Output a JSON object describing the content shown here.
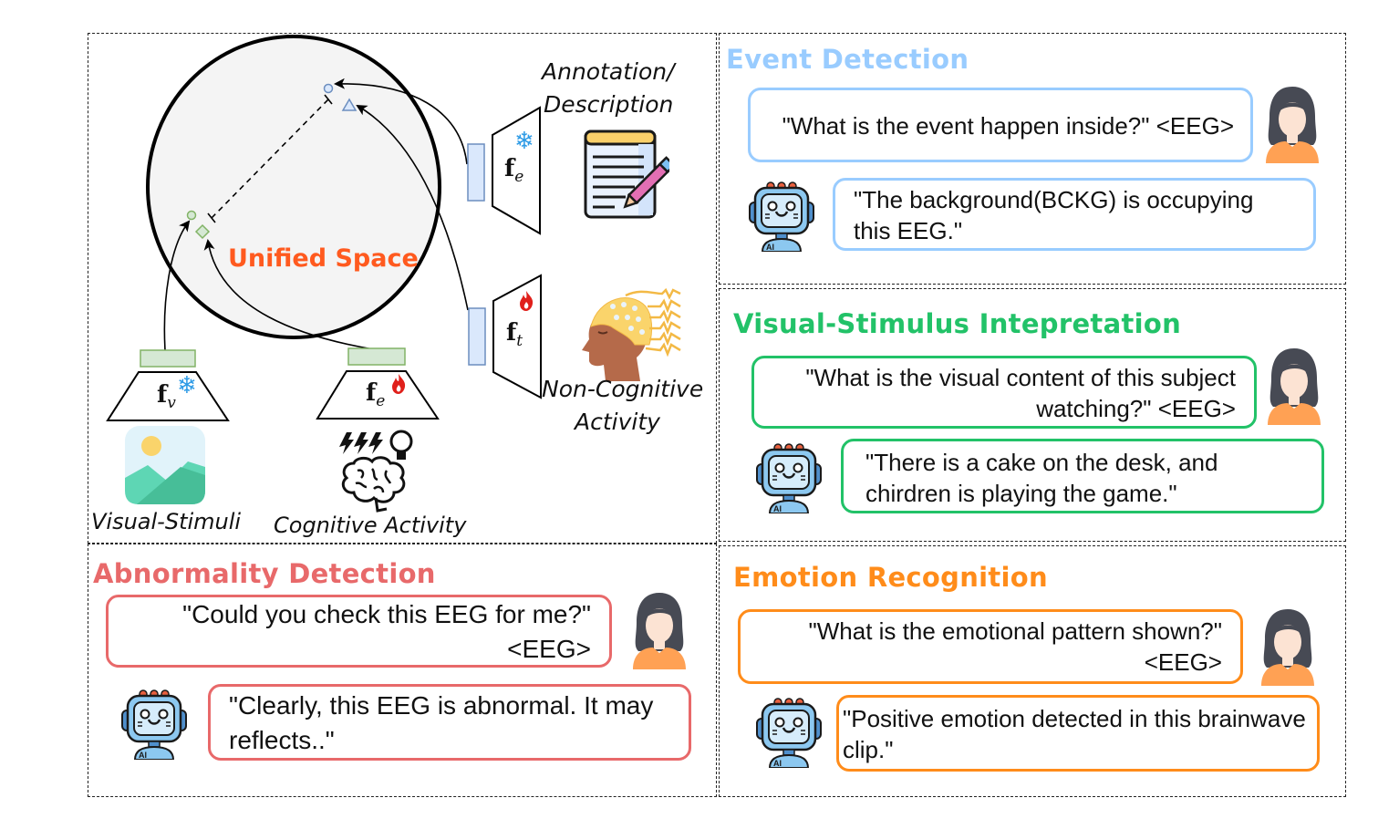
{
  "left_panel": {
    "unified_space_label": "Unified Space",
    "unified_space_color": "#FF5A1F",
    "encoders": {
      "visual": {
        "symbol": "f",
        "subscript": "v",
        "state": "frozen",
        "state_icon": "snowflake-icon"
      },
      "cognitive": {
        "symbol": "f",
        "subscript": "e",
        "state": "trainable",
        "state_icon": "flame-icon"
      },
      "annotation": {
        "symbol": "f",
        "subscript": "e",
        "state": "frozen",
        "state_icon": "snowflake-icon"
      },
      "non_cognitive": {
        "symbol": "f",
        "subscript": "t",
        "state": "trainable",
        "state_icon": "flame-icon"
      }
    },
    "labels": {
      "visual_stimuli": "Visual-Stimuli",
      "cognitive_activity": "Cognitive Activity",
      "annotation_line1": "Annotation/",
      "annotation_line2": "Description",
      "non_cognitive_line1": "Non-Cognitive",
      "non_cognitive_line2": "Activity"
    }
  },
  "tasks": [
    {
      "id": "event",
      "title": "Event Detection",
      "color": "#99CCFF",
      "question": "\"What is the event happen inside?\" <EEG>",
      "answer": "\"The background(BCKG) is occupying this EEG.\""
    },
    {
      "id": "visual",
      "title": "Visual-Stimulus Intepretation",
      "color": "#22C268",
      "question": "\"What is the visual content of this subject watching?\" <EEG>",
      "answer": "\"There is a cake on the desk, and chirdren is playing the game.\""
    },
    {
      "id": "abnormality",
      "title": "Abnormality Detection",
      "color": "#E8696A",
      "question": "\"Could you check this EEG for me?\" <EEG>",
      "answer": "\"Clearly, this EEG is abnormal. It may reflects..\""
    },
    {
      "id": "emotion",
      "title": "Emotion Recognition",
      "color": "#FF8C1A",
      "question": "\"What is the emotional pattern shown?\" <EEG>",
      "answer": "\"Positive emotion detected in this brainwave clip.\""
    }
  ],
  "icons": {
    "user": "user-avatar-icon",
    "assistant": "ai-robot-icon"
  }
}
